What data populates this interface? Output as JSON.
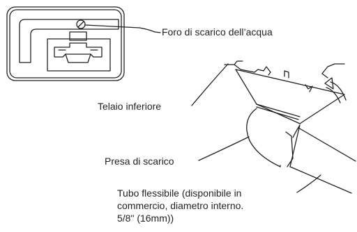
{
  "labels": {
    "drain_hole": "Foro di scarico dell’acqua",
    "lower_frame": "Telaio inferiore",
    "drain_socket": "Presa di scarico",
    "hose_line1": "Tubo flessibile (disponibile in",
    "hose_line2": "commercio, diametro interno.",
    "hose_line3": "5/8\" (16mm))"
  },
  "icons": {
    "inset": "drain-hole-location-inset",
    "arrow": "curved-arrow-icon"
  },
  "colors": {
    "line": "#231f20",
    "background": "#ffffff"
  }
}
